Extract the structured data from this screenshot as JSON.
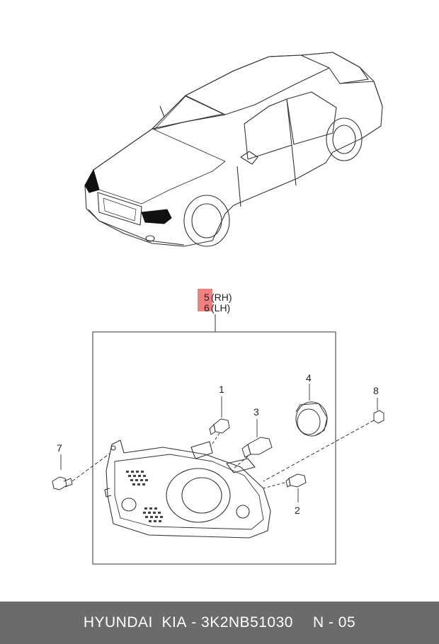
{
  "assembly": {
    "rh_number": "5",
    "rh_side": "(RH)",
    "lh_number": "6",
    "lh_side": "(LH)"
  },
  "callouts": [
    {
      "id": "1"
    },
    {
      "id": "2"
    },
    {
      "id": "3"
    },
    {
      "id": "4"
    },
    {
      "id": "7"
    },
    {
      "id": "8"
    }
  ],
  "colors": {
    "highlight": "#f08080",
    "footer_bg": "#6b6b6b",
    "line": "#333333"
  },
  "footer": {
    "brand": "HYUNDAI  KIA",
    "separator": " - ",
    "part_number": "3K2NB51030",
    "page": "N - 05"
  }
}
